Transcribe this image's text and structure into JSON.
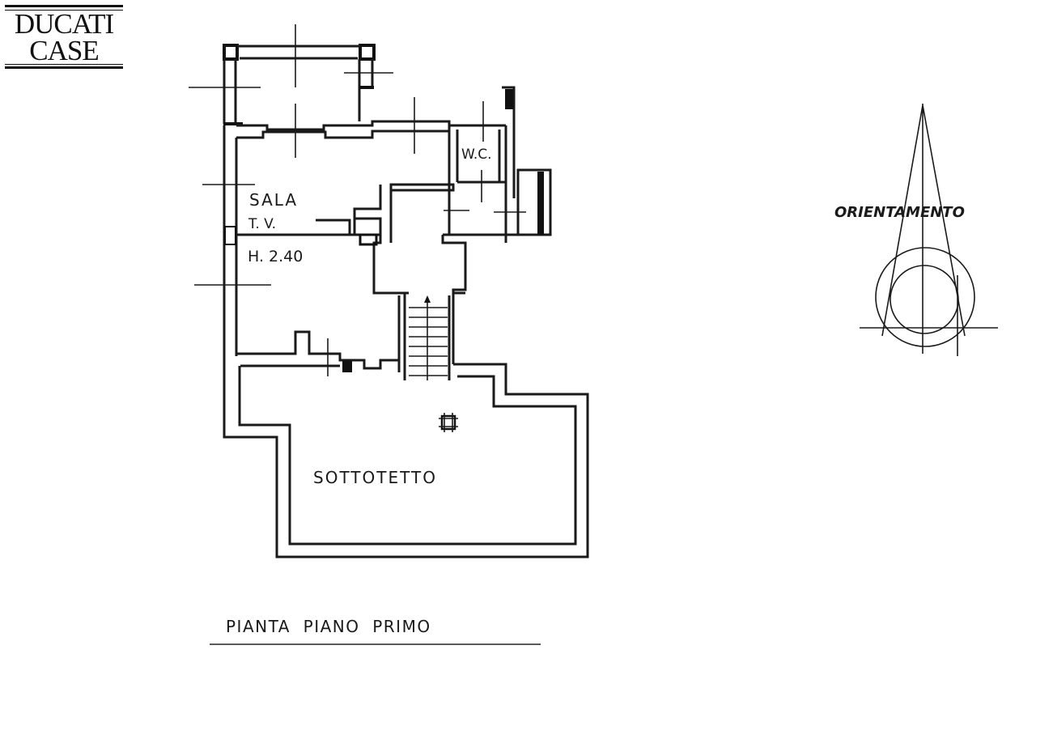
{
  "logo": {
    "line1": "DUCATI",
    "line2": "CASE"
  },
  "plan": {
    "rooms": {
      "sala": "SALA",
      "tv": "T. V.",
      "height": "H. 2.40",
      "wc": "W.C.",
      "sottotetto": "SOTTOTETTO"
    },
    "title": "PIANTA  PIANO  PRIMO"
  },
  "compass": {
    "label": "ORIENTAMENTO"
  }
}
